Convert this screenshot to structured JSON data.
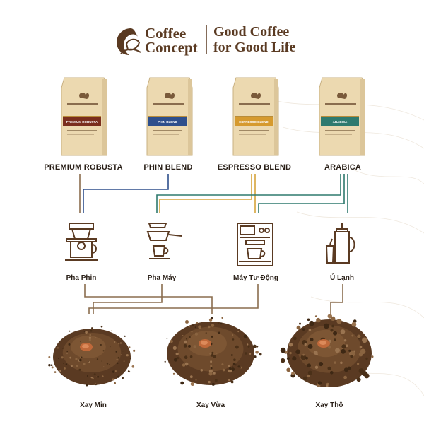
{
  "brand": {
    "name_line1": "Coffee",
    "name_line2": "Concept",
    "tagline_line1": "Good Coffee",
    "tagline_line2": "for Good Life"
  },
  "products": [
    {
      "label": "PREMIUM ROBUSTA",
      "bag_text": "PREMIUM ROBUSTA",
      "band_color": "#7a2e1e"
    },
    {
      "label": "PHIN BLEND",
      "bag_text": "PHIN BLEND",
      "band_color": "#2e4f8c"
    },
    {
      "label": "ESPRESSO BLEND",
      "bag_text": "ESPRESSO BLEND",
      "band_color": "#d69a2e"
    },
    {
      "label": "ARABICA",
      "bag_text": "ARABICA",
      "band_color": "#2f7a6e"
    }
  ],
  "methods": [
    {
      "label": "Pha Phin"
    },
    {
      "label": "Pha Máy"
    },
    {
      "label": "Máy Tự Động"
    },
    {
      "label": "Ủ Lạnh"
    }
  ],
  "grinds": [
    {
      "label": "Xay Mịn"
    },
    {
      "label": "Xay Vừa"
    },
    {
      "label": "Xay Thô"
    }
  ],
  "colors": {
    "line_brown": "#8a6d4e",
    "line_blue": "#2e4f8c",
    "line_gold": "#d6a43a",
    "line_teal": "#2f7a6e",
    "bag_kraft": "#ecd9b0",
    "icon": "#5a3a22"
  }
}
